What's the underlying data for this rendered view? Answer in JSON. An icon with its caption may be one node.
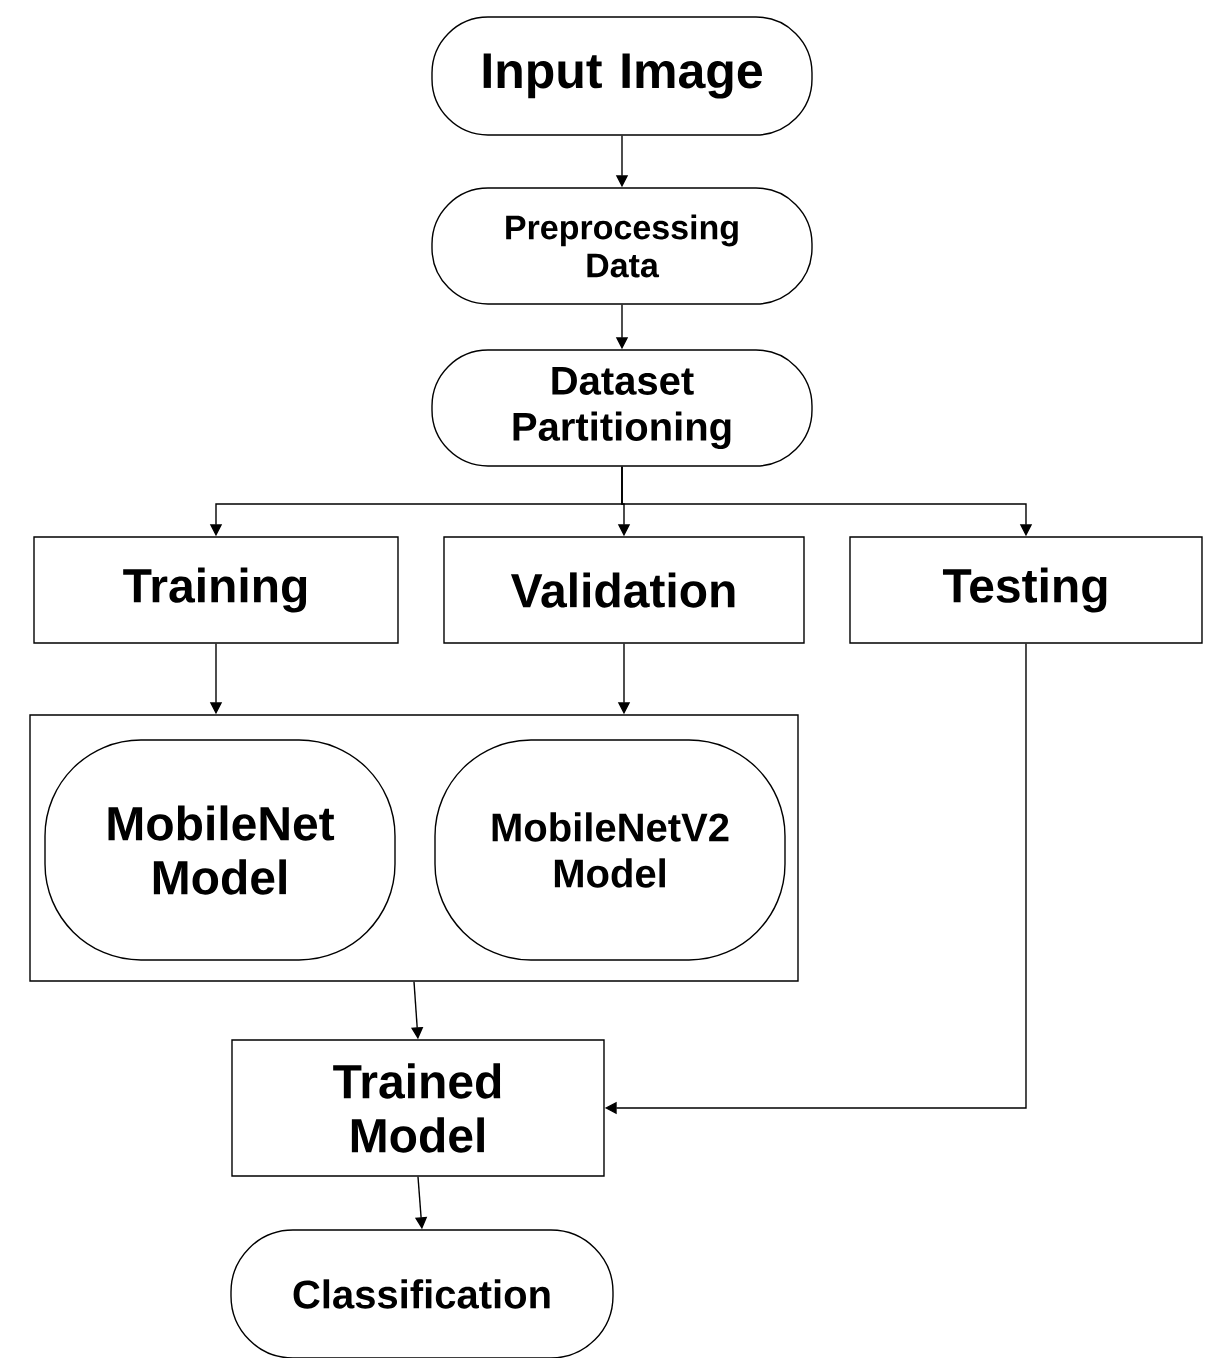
{
  "diagram": {
    "nodes": [
      {
        "text": [
          "Input Image"
        ]
      },
      {
        "text": [
          "Preprocessing Data"
        ]
      },
      {
        "text": [
          "Dataset Partitioning"
        ]
      },
      {
        "text": [
          "Training"
        ]
      },
      {
        "text": [
          "Validation"
        ]
      },
      {
        "text": [
          "Testing"
        ]
      },
      {
        "text": [],
        "shape": "box"
      },
      {
        "text": [
          "MobileNet Model"
        ],
        "in": 6
      },
      {
        "text": [
          "MobileNetV2 Model"
        ],
        "in": 6
      },
      {
        "text": [
          "Trained Model"
        ]
      },
      {
        "text": [
          "Classification"
        ]
      }
    ],
    "edges": [
      {
        "from": 0,
        "to": 1,
        "arrow": "to"
      },
      {
        "from": 1,
        "to": 2,
        "arrow": "to"
      },
      {
        "from": 2,
        "to": 3,
        "arrow": "to"
      },
      {
        "from": 2,
        "to": 4,
        "arrow": "to"
      },
      {
        "from": 2,
        "to": 5,
        "arrow": "to"
      },
      {
        "from": 3,
        "to": 6,
        "arrow": "to"
      },
      {
        "from": 4,
        "to": 6,
        "arrow": "to"
      },
      {
        "from": 6,
        "to": 9,
        "arrow": "to"
      },
      {
        "from": 5,
        "to": 9,
        "arrow": "to"
      },
      {
        "from": 9,
        "to": 10,
        "arrow": "to"
      }
    ]
  }
}
